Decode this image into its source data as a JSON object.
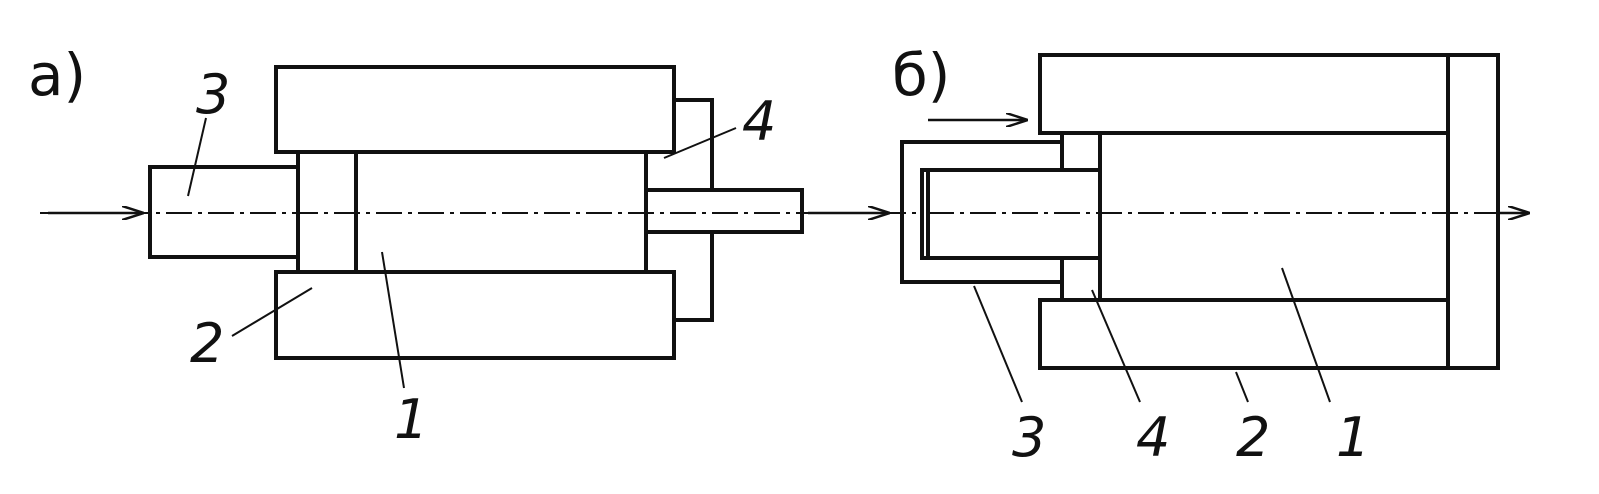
{
  "panels": [
    {
      "letter": "а)",
      "callouts": {
        "n1": "1",
        "n2": "2",
        "n3": "3",
        "n4": "4"
      }
    },
    {
      "letter": "б)",
      "callouts": {
        "n1": "1",
        "n2": "2",
        "n3": "3",
        "n4": "4"
      }
    }
  ],
  "colors": {
    "ink": "#111111",
    "paper": "#ffffff"
  }
}
